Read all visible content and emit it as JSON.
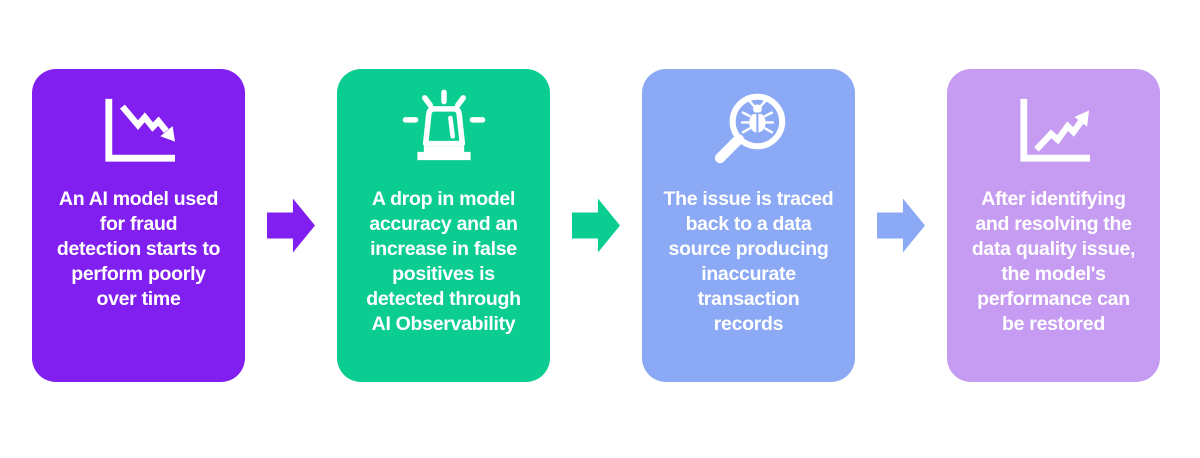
{
  "diagram": {
    "palette": {
      "page_background": "#FFFFFF",
      "icon_and_text_color": "#FFFFFF",
      "step1_color": "#801FEF",
      "step2_color": "#0BCD92",
      "step3_color": "#8BA9F4",
      "step4_color": "#C59CF1"
    },
    "steps": [
      {
        "color": "#801FEF",
        "icon": "declining-line-chart-icon",
        "text": "An AI model used\nfor fraud\ndetection starts to\nperform poorly\nover time"
      },
      {
        "color": "#0BCD92",
        "icon": "alarm-siren-icon",
        "text": "A drop in model\naccuracy and an\nincrease in false\npositives is\ndetected through\nAI Observability"
      },
      {
        "color": "#8BA9F4",
        "icon": "bug-magnifier-icon",
        "text": "The issue is traced\nback to a data\nsource producing\ninaccurate\ntransaction\nrecords"
      },
      {
        "color": "#C59CF1",
        "icon": "rising-line-chart-icon",
        "text": "After identifying\nand resolving the\ndata quality issue,\nthe model's\nperformance can\nbe restored"
      }
    ],
    "arrows": [
      {
        "color": "#801FEF"
      },
      {
        "color": "#0BCD92"
      },
      {
        "color": "#8BA9F4"
      }
    ]
  }
}
